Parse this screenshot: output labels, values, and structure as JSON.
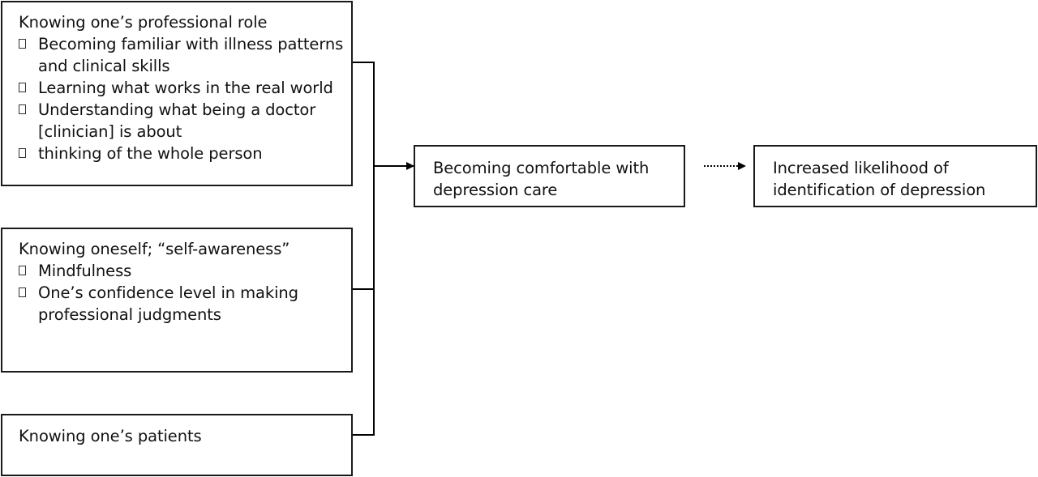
{
  "colors": {
    "line": "#000000",
    "box_border": "#1a1a1a",
    "text": "#111111"
  },
  "diagram": {
    "role_box": {
      "title": "Knowing one’s professional role",
      "items": [
        "Becoming familiar with illness patterns and clinical skills",
        "Learning what works in the real world",
        "Understanding what being a doctor [clinician] is about",
        "thinking of the whole person"
      ]
    },
    "self_box": {
      "title": "Knowing oneself; “self-awareness”",
      "items": [
        "Mindfulness",
        "One’s confidence level in making professional judgments"
      ]
    },
    "patients_box": {
      "title": "Knowing one’s patients"
    },
    "comfort_box": {
      "text": "Becoming comfortable with depression care"
    },
    "outcome_box": {
      "text": "Increased likelihood of identification of depression"
    }
  }
}
